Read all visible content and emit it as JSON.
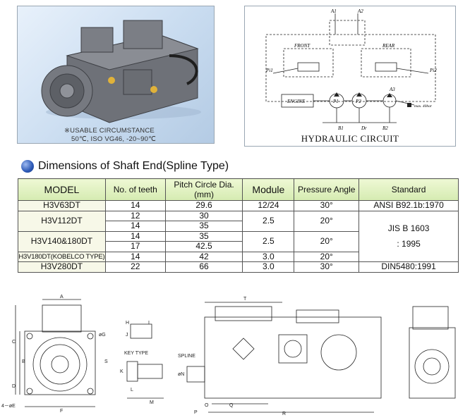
{
  "photo": {
    "caption_line1": "※USABLE CIRCUMSTANCE",
    "caption_line2": "50℃, ISO VG46, -20~90℃"
  },
  "circuit": {
    "title": "HYDRAULIC CIRCUIT",
    "labels": {
      "a1": "A1",
      "a2": "A2",
      "a3": "A3",
      "front": "FRONT",
      "rear": "REAR",
      "pi1": "Pi1",
      "pi2": "Pi2",
      "engine": "ENGINE",
      "p1": "P1",
      "p2": "P2",
      "b1": "B1",
      "dr": "Dr",
      "b2": "B2",
      "max": "max. 40bar"
    }
  },
  "section": {
    "heading": "Dimensions of Shaft End(Spline Type)"
  },
  "table": {
    "headers": [
      "MODEL",
      "No. of teeth",
      "Pitch Circle Dia.(mm)",
      "Module",
      "Pressure Angle",
      "Standard"
    ],
    "models": {
      "h3v63dt": "H3V63DT",
      "h3v112dt": "H3V112DT",
      "h3v140": "H3V140&180DT",
      "h3v180kob": "H3V180DT(KOBELCO TYPE)",
      "h3v280dt": "H3V280DT"
    },
    "teeth": [
      "14",
      "12",
      "14",
      "14",
      "17",
      "14",
      "22"
    ],
    "pcd": [
      "29.6",
      "30",
      "35",
      "35",
      "42.5",
      "42",
      "66"
    ],
    "module": [
      "12/24",
      "2.5",
      "2.5",
      "3.0",
      "3.0"
    ],
    "angle": [
      "30°",
      "20°",
      "20°",
      "20°",
      "30°"
    ],
    "standard": {
      "ansi": "ANSI B92.1b:1970",
      "jis_line1": "JIS B 1603",
      "jis_line2": ": 1995",
      "din": "DIN5480:1991"
    }
  },
  "drawings": {
    "labels": {
      "a": "A",
      "b": "B",
      "c": "C",
      "d": "D",
      "e": "4－øE",
      "f": "F",
      "g": "øG",
      "h": "H",
      "i": "I",
      "j": "J",
      "k": "K",
      "l": "L",
      "m": "M",
      "n": "øN",
      "o": "O",
      "p": "P",
      "q": "Q",
      "r": "R",
      "s": "S",
      "t": "T",
      "key_type": "KEY TYPE",
      "spline": "SPLINE"
    }
  }
}
